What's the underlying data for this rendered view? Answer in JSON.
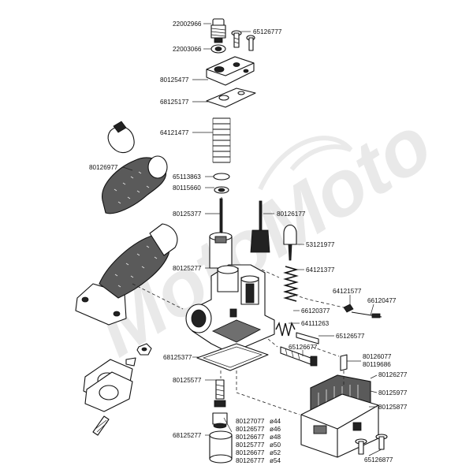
{
  "watermark": {
    "text": "MotoMoto"
  },
  "labels": [
    {
      "id": "l01",
      "text": "22002966"
    },
    {
      "id": "l02",
      "text": "65126777"
    },
    {
      "id": "l03",
      "text": "22003066"
    },
    {
      "id": "l04",
      "text": "80125477"
    },
    {
      "id": "l05",
      "text": "68125177"
    },
    {
      "id": "l06",
      "text": "64121477"
    },
    {
      "id": "l07",
      "text": "80126977"
    },
    {
      "id": "l08",
      "text": "65113863"
    },
    {
      "id": "l09",
      "text": "80115660"
    },
    {
      "id": "l10",
      "text": "80125377"
    },
    {
      "id": "l11",
      "text": "80126177"
    },
    {
      "id": "l12",
      "text": "53121977"
    },
    {
      "id": "l13",
      "text": "80125277"
    },
    {
      "id": "l14",
      "text": "64121377"
    },
    {
      "id": "l15",
      "text": "64121577"
    },
    {
      "id": "l16",
      "text": "66120477"
    },
    {
      "id": "l17",
      "text": "66120377"
    },
    {
      "id": "l18",
      "text": "64111263"
    },
    {
      "id": "l19",
      "text": "65126577"
    },
    {
      "id": "l20",
      "text": "65126677"
    },
    {
      "id": "l21",
      "text": "68125377"
    },
    {
      "id": "l22",
      "text": "80126077"
    },
    {
      "id": "l23",
      "text": "80119686"
    },
    {
      "id": "l24",
      "text": "80126277"
    },
    {
      "id": "l25",
      "text": "80125577"
    },
    {
      "id": "l26",
      "text": "80125977"
    },
    {
      "id": "l27",
      "text": "80125877"
    },
    {
      "id": "l28",
      "text": "68125277"
    },
    {
      "id": "l29",
      "text": "65126877"
    }
  ],
  "jet_table": [
    {
      "code": "80127077",
      "size": "ø44"
    },
    {
      "code": "80126577",
      "size": "ø46"
    },
    {
      "code": "80126677",
      "size": "ø48"
    },
    {
      "code": "80125777",
      "size": "ø50"
    },
    {
      "code": "80126677",
      "size": "ø52"
    },
    {
      "code": "80126777",
      "size": "ø54"
    }
  ]
}
